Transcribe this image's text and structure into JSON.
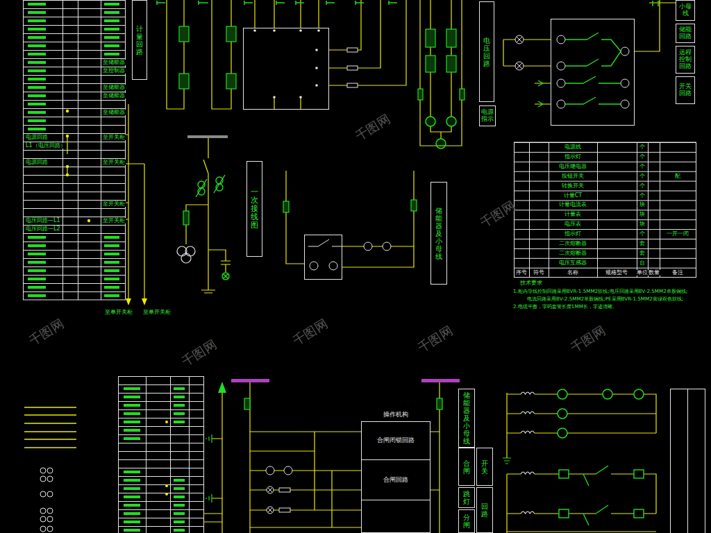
{
  "diagram": {
    "nodes": [
      {
        "text": [
          "计量回路"
        ]
      },
      {
        "text": [
          "电压回路"
        ]
      },
      {
        "text": [
          "电源指示"
        ]
      },
      {
        "text": [
          "小母线"
        ]
      },
      {
        "text": [
          "储能回路"
        ]
      },
      {
        "text": [
          "远程控制回路"
        ]
      },
      {
        "text": [
          "开关回路"
        ]
      },
      {
        "text": [
          "一次接线图"
        ]
      },
      {
        "text": [
          "储能器及小母线"
        ]
      },
      {
        "text": [
          "操作机构"
        ]
      },
      {
        "text": [
          "合闸闭锁回路"
        ],
        "in": 9
      },
      {
        "text": [
          "合闸回路"
        ],
        "in": 9
      },
      {
        "text": [
          "储能器及小母线"
        ]
      },
      {
        "text": [
          "合闸"
        ]
      },
      {
        "text": [
          "跳灯"
        ]
      },
      {
        "text": [
          "分闸"
        ]
      },
      {
        "text": [
          "开关"
        ]
      },
      {
        "text": [
          "回路"
        ]
      }
    ],
    "labels": [
      "电源回路",
      "L1（电压回路）",
      "电源回路",
      "至开关柜",
      "至开关柜",
      "至开关柜",
      "电压回路—L1",
      "电压回路—L2",
      "至开关柜",
      "至储能器",
      "至控制器",
      "至储能器",
      "至储能器",
      "至储能器",
      "至单开关柜",
      "至单开关柜",
      "技术要求",
      "1.柜内导线控制回路采用BVR-1.5MM2软线;电压回路采用BV-2.5MM2单股铜线;",
      "电流回路采用BV-2.5MM2单股铜线;PE采用BVR-1.5MM2黄绿双色软线;",
      "2.电缆平敷，字码套管长度1MM长，字迹清晰。",
      "电源线",
      "指示灯",
      "电压继电器",
      "按钮开关",
      "转换开关",
      "计量CT",
      "计量电流表",
      "计量表",
      "电压表",
      "指示灯",
      "二次熔断器",
      "二次熔断器",
      "电压互感器",
      "个",
      "个",
      "个",
      "个",
      "个",
      "个",
      "块",
      "块",
      "块",
      "个",
      "套",
      "套",
      "台",
      "配",
      "一开一闭",
      "序号",
      "符号",
      "名称",
      "规格型号",
      "单位",
      "数量",
      "备注",
      "千图网",
      "千图网",
      "千图网",
      "千图网",
      "千图网",
      "千图网",
      "千图网"
    ]
  }
}
